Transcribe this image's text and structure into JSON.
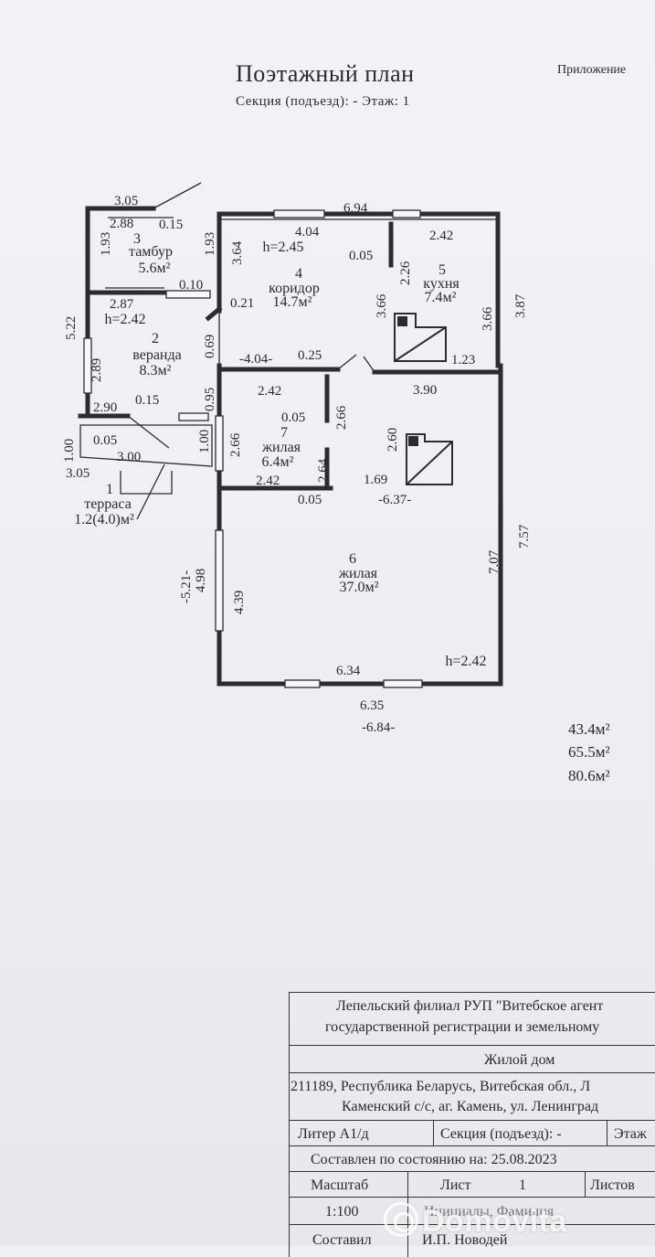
{
  "header": {
    "title": "Поэтажный план",
    "subtitle": "Секция (подъезд): -  Этаж: 1",
    "appendix": "Приложение"
  },
  "rooms": [
    {
      "number": "1",
      "name": "терраса",
      "area": "1.2(4.0)м²"
    },
    {
      "number": "2",
      "name": "веранда",
      "area": "8.3м²",
      "height": "h=2.42"
    },
    {
      "number": "3",
      "name": "тамбур",
      "area": "5.6м²"
    },
    {
      "number": "4",
      "name": "коридор",
      "area": "14.7м²",
      "height": "h=2.45"
    },
    {
      "number": "5",
      "name": "кухня",
      "area": "7.4м²"
    },
    {
      "number": "6",
      "name": "жилая",
      "area": "37.0м²",
      "height": "h=2.42"
    },
    {
      "number": "7",
      "name": "жилая",
      "area": "6.4м²"
    }
  ],
  "dimensions": {
    "d305_top": "3.05",
    "d288": "2.88",
    "d015_a": "0.15",
    "d193_a": "1.93",
    "d193_b": "1.93",
    "d694": "6.94",
    "d404_top": "4.04",
    "d242_top": "2.42",
    "d005_a": "0.05",
    "d226": "2.26",
    "d364": "3.64",
    "d287": "2.87",
    "d010": "0.10",
    "d021": "0.21",
    "d366_a": "3.66",
    "d366_b": "3.66",
    "d387": "3.87",
    "d522": "5.22",
    "d289": "2.89",
    "d069": "0.69",
    "d404_mid": "-4.04-",
    "d025": "0.25",
    "d123": "1.23",
    "d390": "3.90",
    "d242_mid": "2.42",
    "d266_a": "2.66",
    "d005_b": "0.05",
    "d260": "2.60",
    "d290": "2.90",
    "d015_b": "0.15",
    "d095": "0.95",
    "d100_a": "1.00",
    "d100_b": "1.00",
    "d266_b": "2.66",
    "d005_c": "0.05",
    "d300": "3.00",
    "d305_bot": "3.05",
    "d264": "2.64",
    "d169": "1.69",
    "d637": "-6.37-",
    "d242_low": "2.42",
    "d005_d": "0.05",
    "d757": "7.57",
    "d707": "7.07",
    "d521": "-5.21-",
    "d498": "4.98",
    "d439": "4.39",
    "d634": "6.34",
    "d635": "6.35",
    "d684": "-6.84-"
  },
  "totals": [
    "43.4м²",
    "65.5м²",
    "80.6м²"
  ],
  "stamp": {
    "org_line1": "Лепельский филиал РУП \"Витебское агент",
    "org_line2": "государственной регистрации и земельному",
    "object": "Жилой дом",
    "address_line1": "211189, Республика Беларусь, Витебская обл., Л",
    "address_line2": "Каменский с/с, аг. Камень, ул. Ленинград",
    "liter": "Литер А1/д",
    "section": "Секция (подъезд): -",
    "floor": "Этаж",
    "date_line": "Составлен по состоянию на: 25.08.2023",
    "scale_label": "Масштаб",
    "sheet_label": "Лист",
    "sheet_value": "1",
    "sheets_label": "Листов",
    "scale_value": "1:100",
    "initials_text": "Инициалы, Фамилия",
    "composer_label": "Составил",
    "composer_name": "И.П. Новодей"
  },
  "watermark": {
    "text": "Domovita"
  }
}
